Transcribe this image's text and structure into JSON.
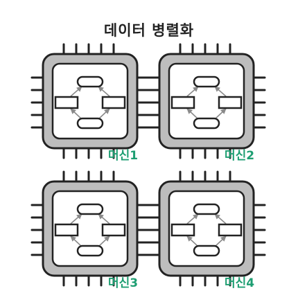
{
  "title": "데이터 병렬화",
  "colors": {
    "label": "#1e9e72",
    "chip_border": "#222222",
    "chip_fill": "#bdbdbd",
    "inner_fill": "#ffffff",
    "pin": "#222222",
    "arrow": "#8a8a8a"
  },
  "machines": [
    {
      "label": "머신1"
    },
    {
      "label": "머신2"
    },
    {
      "label": "머신3"
    },
    {
      "label": "머신4"
    }
  ]
}
